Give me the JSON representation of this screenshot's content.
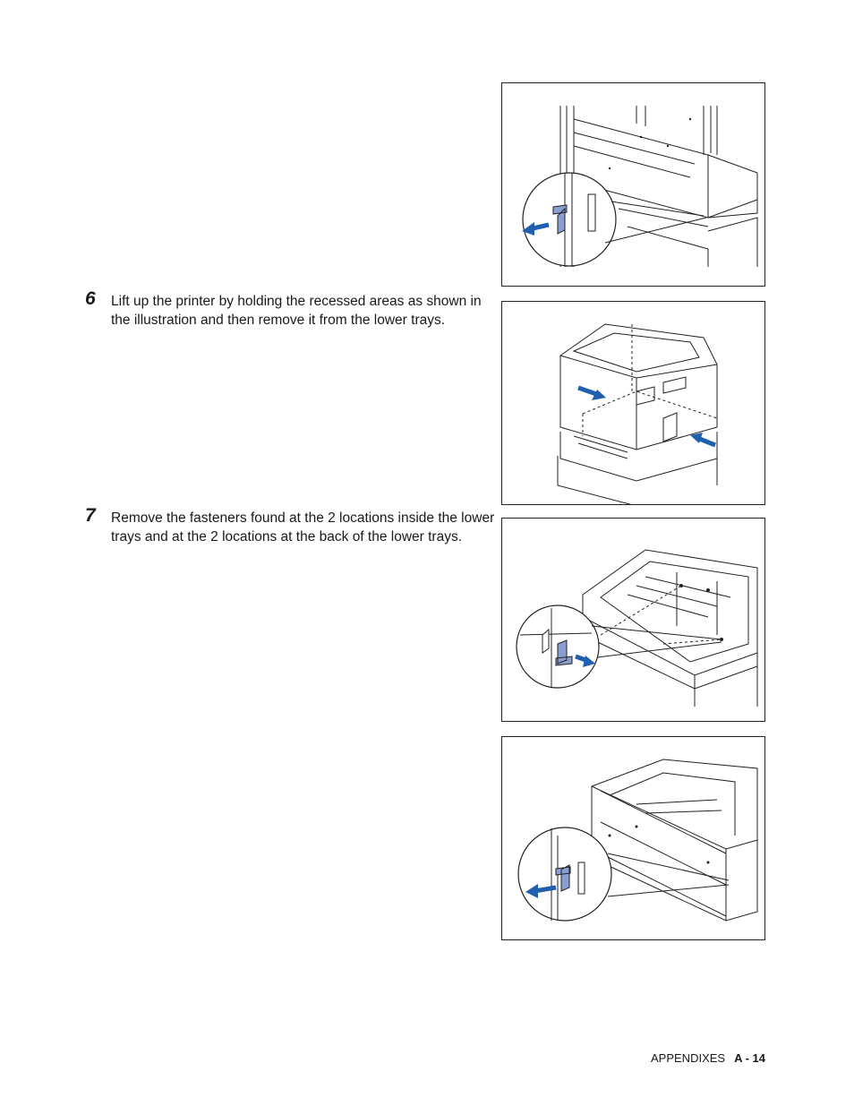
{
  "steps": [
    {
      "number": "6",
      "text": "Lift up the printer by holding the recessed areas as shown in the illustration and then remove it from the lower trays."
    },
    {
      "number": "7",
      "text": "Remove the fasteners found at the 2 locations inside the lower trays and at the 2 locations at the back of the lower trays."
    }
  ],
  "footer": {
    "section": "APPENDIXES",
    "page": "A - 14"
  },
  "colors": {
    "arrow_blue": "#1f5fae",
    "fastener_blue": "#8a9fd1",
    "line": "#222222"
  }
}
